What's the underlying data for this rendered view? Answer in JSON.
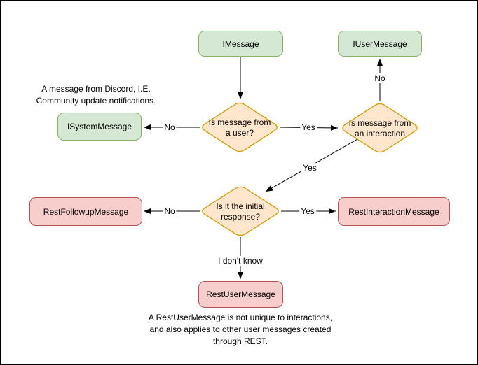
{
  "colors": {
    "background": "#ffffff",
    "canvas_border": "#000000",
    "green_fill": "#d5e8d4",
    "green_stroke": "#82b366",
    "orange_fill": "#ffe6cc",
    "orange_stroke": "#d79b00",
    "red_fill": "#f8cecc",
    "red_stroke": "#b85450",
    "edge_line": "#000000",
    "text": "#000000"
  },
  "nodes": {
    "imessage": {
      "label": "IMessage",
      "shape": "rounded-rectangle",
      "color": "green"
    },
    "iusermessage": {
      "label": "IUserMessage",
      "shape": "rounded-rectangle",
      "color": "green"
    },
    "isystemmessage": {
      "label": "ISystemMessage",
      "shape": "rounded-rectangle",
      "color": "green"
    },
    "is_from_user": {
      "lines": [
        "Is message from",
        "a user?"
      ],
      "shape": "diamond",
      "color": "orange"
    },
    "is_from_interaction": {
      "lines": [
        "Is message from",
        "an interaction"
      ],
      "shape": "diamond",
      "color": "orange"
    },
    "is_initial_response": {
      "lines": [
        "Is it the initial",
        "response?"
      ],
      "shape": "diamond",
      "color": "orange"
    },
    "restfollowupmessage": {
      "label": "RestFollowupMessage",
      "shape": "rounded-rectangle",
      "color": "red"
    },
    "restinteractionmessage": {
      "label": "RestInteractionMessage",
      "shape": "rounded-rectangle",
      "color": "red"
    },
    "restusermessage": {
      "label": "RestUserMessage",
      "shape": "rounded-rectangle",
      "color": "red"
    }
  },
  "edges": {
    "imessage_to_is_from_user": {
      "label": ""
    },
    "is_from_user_to_isystemmessage": {
      "label": "No"
    },
    "is_from_user_to_is_from_interaction": {
      "label": "Yes"
    },
    "is_from_interaction_to_iusermessage": {
      "label": "No"
    },
    "is_from_interaction_to_is_initial_response": {
      "label": "Yes"
    },
    "is_initial_response_to_restfollowupmessage": {
      "label": "No"
    },
    "is_initial_response_to_restinteractionmessage": {
      "label": "Yes"
    },
    "is_initial_response_to_restusermessage": {
      "label": "I don't know"
    }
  },
  "annotations": {
    "system_note": {
      "lines": [
        "A message from Discord, I.E.",
        "Community update notifications."
      ]
    },
    "rest_note": {
      "lines": [
        "A RestUserMessage is not unique to interactions,",
        "and also applies to other user messages created",
        "through REST."
      ]
    }
  }
}
